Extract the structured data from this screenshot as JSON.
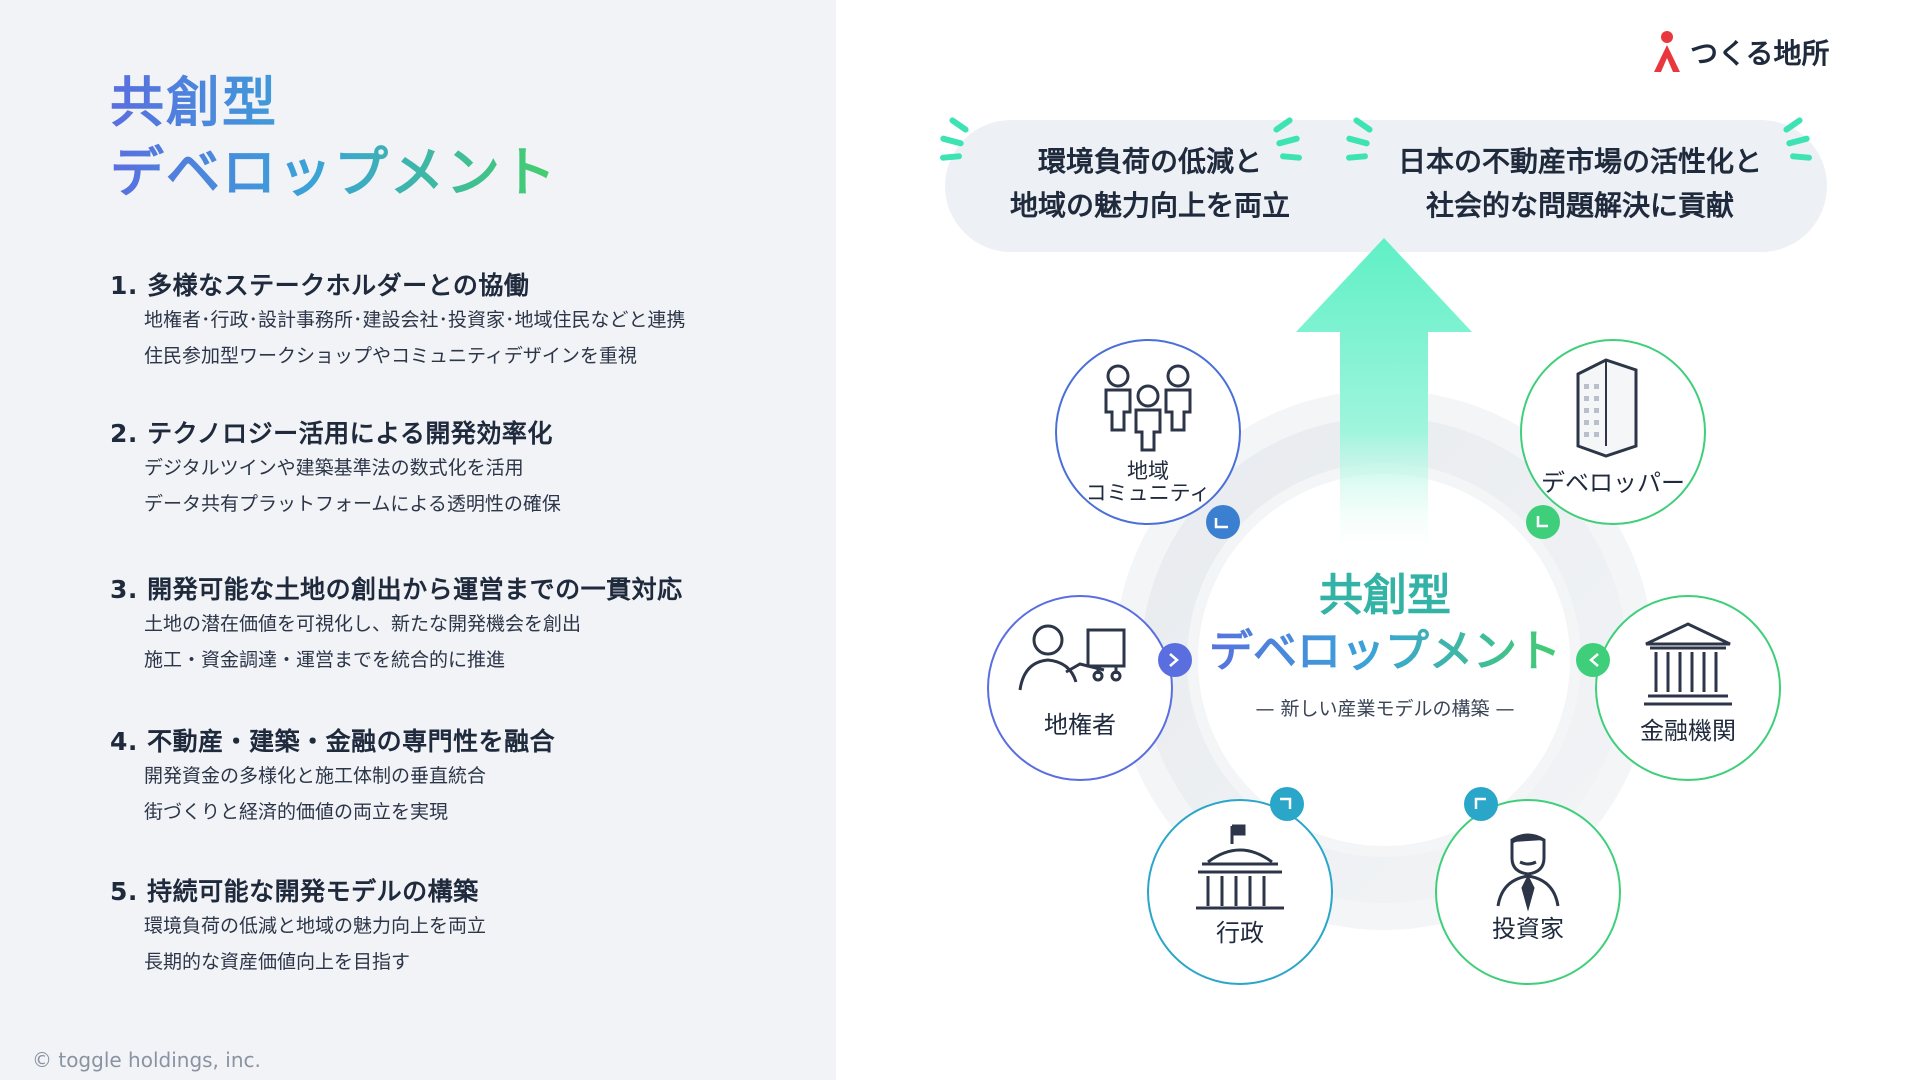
{
  "left_panel": {
    "title_line1": "共創型",
    "title_line2": "デベロップメント",
    "items": [
      {
        "heading": "1. 多様なステークホルダーとの協働",
        "lines": [
          "地権者･行政･設計事務所･建設会社･投資家･地域住民などと連携",
          "住民参加型ワークショップやコミュニティデザインを重視"
        ]
      },
      {
        "heading": "2. テクノロジー活用による開発効率化",
        "lines": [
          "デジタルツインや建築基準法の数式化を活用",
          "データ共有プラットフォームによる透明性の確保"
        ]
      },
      {
        "heading": "3. 開発可能な土地の創出から運営までの一貫対応",
        "lines": [
          "土地の潜在価値を可視化し、新たな開発機会を創出",
          "施工・資金調達・運営までを統合的に推進"
        ]
      },
      {
        "heading": "4. 不動産・建築・金融の専門性を融合",
        "lines": [
          "開発資金の多様化と施工体制の垂直統合",
          "街づくりと経済的価値の両立を実現"
        ]
      },
      {
        "heading": "5. 持続可能な開発モデルの構築",
        "lines": [
          "環境負荷の低減と地域の魅力向上を両立",
          "長期的な資産価値向上を目指す"
        ]
      }
    ],
    "copyright": "© toggle holdings, inc."
  },
  "right_panel": {
    "logo_text": "つくる地所",
    "banner": {
      "left_line1": "環境負荷の低減と",
      "left_line2": "地域の魅力向上を両立",
      "right_line1": "日本の不動産市場の活性化と",
      "right_line2": "社会的な問題解決に貢献"
    },
    "center": {
      "title_line1": "共創型",
      "title_line2": "デベロップメント",
      "subtitle": "— 新しい産業モデルの構築 —"
    },
    "nodes": {
      "community_line1": "地域",
      "community_line2": "コミュニティ",
      "developer": "デベロッパー",
      "landowner": "地権者",
      "finance": "金融機関",
      "government": "行政",
      "investor": "投資家"
    },
    "colors": {
      "blue_node": "#5a6ee0",
      "green_node": "#3fcf7a",
      "teal_node": "#2aa6c8",
      "arrow": "#6ff0c8"
    }
  }
}
